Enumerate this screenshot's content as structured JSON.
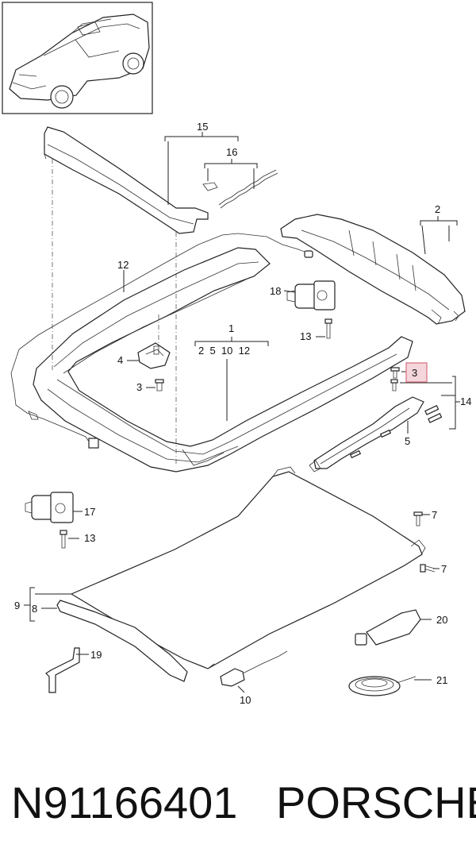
{
  "colors": {
    "highlight_fill": "#f4d6dc",
    "highlight_stroke": "#d9707f",
    "line": "#222222"
  },
  "labels": {
    "c1": "1",
    "c2": "2",
    "c3a": "3",
    "c3b": "3",
    "c4": "4",
    "c5": "5",
    "c7a": "7",
    "c7b": "7",
    "c8": "8",
    "c9": "9",
    "c10": "10",
    "c12": "12",
    "c13a": "13",
    "c13b": "13",
    "c14": "14",
    "c15": "15",
    "c16": "16",
    "c17": "17",
    "c18": "18",
    "c19": "19",
    "c20": "20",
    "c21": "21",
    "sub1": "2  5  10  12"
  },
  "highlighted_callout": "3",
  "footer": {
    "part_number": "N91166401",
    "brand": "PORSCHE"
  }
}
